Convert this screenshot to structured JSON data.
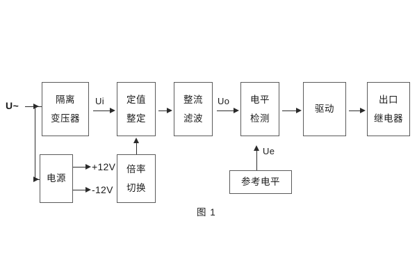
{
  "figure": {
    "caption": "图 1",
    "input_label": "U~",
    "signal_labels": {
      "ui": "Ui",
      "uo": "Uo",
      "ue": "Ue"
    },
    "power_rails": [
      {
        "label": "+12V"
      },
      {
        "label": "-12V"
      }
    ],
    "blocks": [
      {
        "id": "isolation-transformer",
        "lines": [
          "隔离",
          "变压器"
        ]
      },
      {
        "id": "setting-adjustment",
        "lines": [
          "定值",
          "整定"
        ]
      },
      {
        "id": "rectifier-filter",
        "lines": [
          "整流",
          "滤波"
        ]
      },
      {
        "id": "level-detection",
        "lines": [
          "电平",
          "检测"
        ]
      },
      {
        "id": "drive",
        "lines": [
          "驱动"
        ]
      },
      {
        "id": "output-relay",
        "lines": [
          "出口",
          "继电器"
        ]
      },
      {
        "id": "power-supply",
        "lines": [
          "电源"
        ]
      },
      {
        "id": "multiplier-switch",
        "lines": [
          "倍率",
          "切换"
        ]
      },
      {
        "id": "reference-level",
        "lines": [
          "参考电平"
        ]
      }
    ],
    "colors": {
      "box_border": "#595959",
      "line": "#2b2b2b",
      "text": "#1a1a1a",
      "background": "#ffffff"
    }
  }
}
